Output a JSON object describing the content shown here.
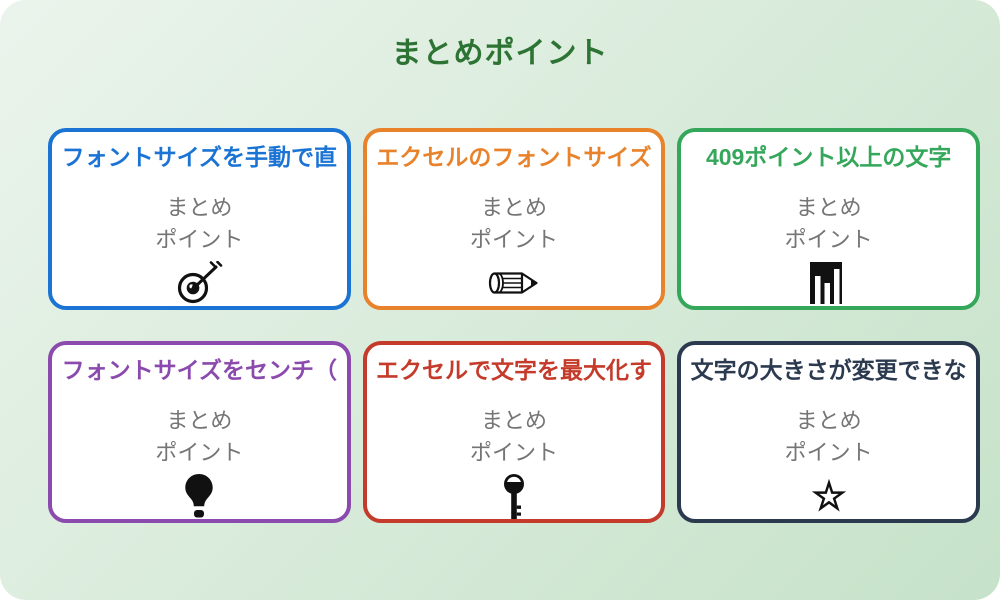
{
  "page": {
    "title": "まとめポイント",
    "title_color": "#2d7434",
    "background_gradient_start": "#ebf4ec",
    "background_gradient_end": "#c6e2c9",
    "card_background": "#ffffff",
    "secondary_text_color": "#757575",
    "icon_color": "#111111"
  },
  "cards": [
    {
      "title": "フォントサイズを手動で直",
      "color": "#1b74d3",
      "lines": [
        "まとめ",
        "ポイント"
      ],
      "icon": "target-arrow-icon"
    },
    {
      "title": "エクセルのフォントサイズ",
      "color": "#e8832c",
      "lines": [
        "まとめ",
        "ポイント"
      ],
      "icon": "pencil-icon"
    },
    {
      "title": "409ポイント以上の文字",
      "color": "#35a75a",
      "lines": [
        "まとめ",
        "ポイント"
      ],
      "icon": "bar-chart-icon"
    },
    {
      "title": "フォントサイズをセンチ（",
      "color": "#8b4aad",
      "lines": [
        "まとめ",
        "ポイント"
      ],
      "icon": "lightbulb-icon"
    },
    {
      "title": "エクセルで文字を最大化す",
      "color": "#c53b2b",
      "lines": [
        "まとめ",
        "ポイント"
      ],
      "icon": "key-icon"
    },
    {
      "title": "文字の大きさが変更できな",
      "color": "#2c3a50",
      "lines": [
        "まとめ",
        "ポイント"
      ],
      "icon": "star-icon"
    }
  ]
}
